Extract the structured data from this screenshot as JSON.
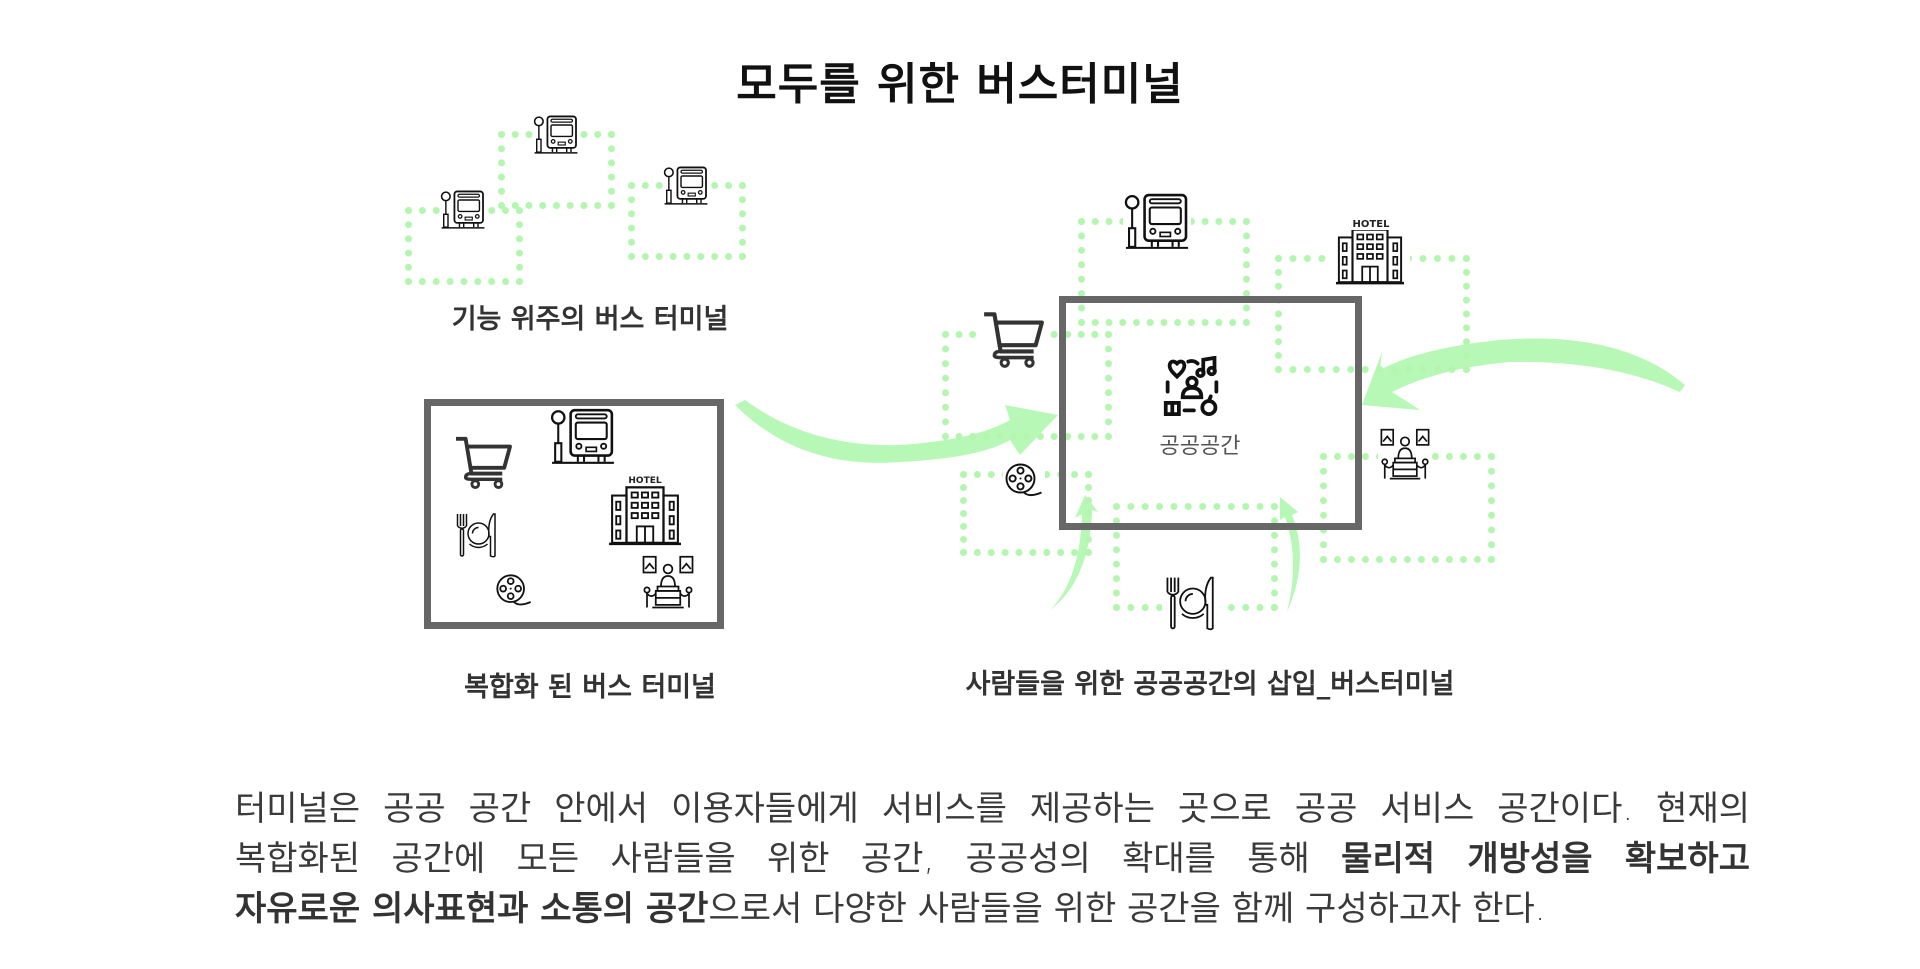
{
  "title": "모두를 위한 버스터미널",
  "colors": {
    "accent_green": "#b4f5b0",
    "box_gray": "#676767",
    "text_dark": "#333333"
  },
  "captions": {
    "functional": "기능 위주의 버스 터미널",
    "complex": "복합화 된 버스 터미널",
    "public": "사람들을 위한 공공공간의 삽입_버스터미널"
  },
  "center_label": "공공공간",
  "hotel_sign": "HOTEL",
  "icons": {
    "bus_stop": "bus-stop-icon",
    "cart": "shopping-cart-icon",
    "hotel": "hotel-icon",
    "dining": "dining-icon",
    "film": "film-reel-icon",
    "museum": "museum-exhibit-icon",
    "community": "community-activities-icon"
  },
  "paragraph": {
    "line1": "터미널은 공공 공간 안에서 이용자들에게 서비스를 제공하는 곳으로 공공 서비스 공간이다. 현재의",
    "line2_normal": "복합화된 공간에 모든 사람들을 위한 공간, 공공성의 확대를 통해",
    "line2_bold": "물리적 개방성을 확보하고",
    "line3_bold": "자유로운 의사표현과 소통의 공간",
    "line3_normal": "으로서 다양한 사람들을 위한 공간을 함께 구성하고자 한다."
  }
}
